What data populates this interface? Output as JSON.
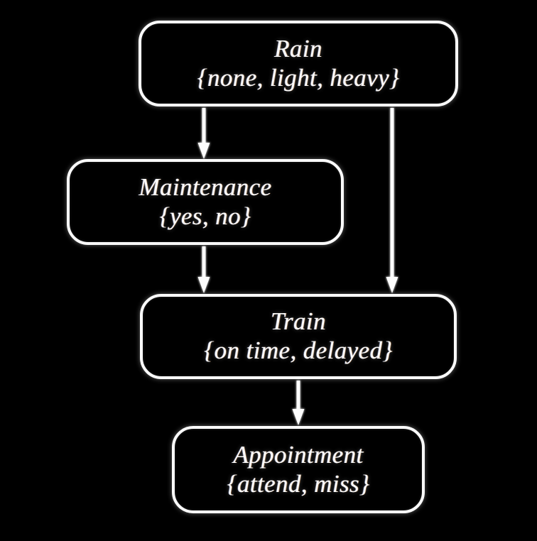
{
  "diagram": {
    "type": "bayesian-network",
    "title": "",
    "background_color": "#000000",
    "node_border_color": "#fdfdfd",
    "text_color": "#fffefc",
    "edge_color": "#fdfdfd",
    "nodes": [
      {
        "id": "rain",
        "label": "Rain",
        "states": "{none, light, heavy}",
        "state_values": [
          "none",
          "light",
          "heavy"
        ]
      },
      {
        "id": "maintenance",
        "label": "Maintenance",
        "states": "{yes, no}",
        "state_values": [
          "yes",
          "no"
        ]
      },
      {
        "id": "train",
        "label": "Train",
        "states": "{on time, delayed}",
        "state_values": [
          "on time",
          "delayed"
        ]
      },
      {
        "id": "appointment",
        "label": "Appointment",
        "states": "{attend, miss}",
        "state_values": [
          "attend",
          "miss"
        ]
      }
    ],
    "edges": [
      {
        "id": "rain-to-maintenance",
        "from": "Rain",
        "to": "Maintenance"
      },
      {
        "id": "rain-to-train",
        "from": "Rain",
        "to": "Train"
      },
      {
        "id": "maintenance-to-train",
        "from": "Maintenance",
        "to": "Train"
      },
      {
        "id": "train-to-appointment",
        "from": "Train",
        "to": "Appointment"
      }
    ]
  }
}
